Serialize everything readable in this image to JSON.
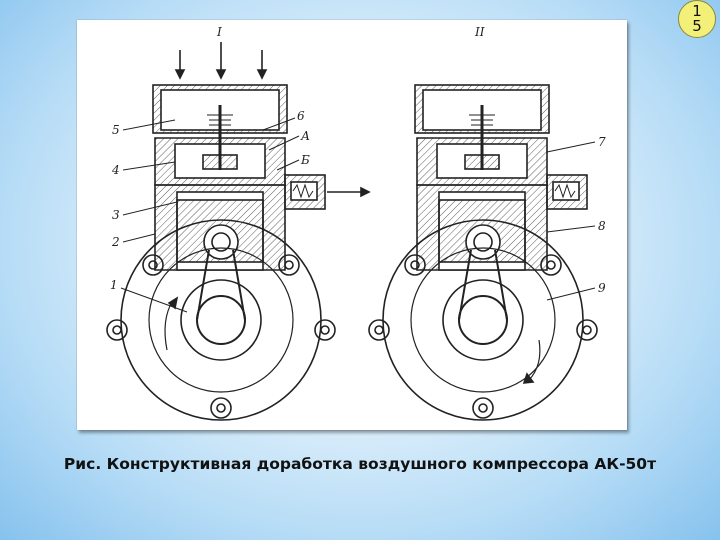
{
  "slide": {
    "number": "15",
    "caption": "Рис. Конструктивная доработка воздушного компрессора АК-50т"
  },
  "figure": {
    "view_labels": [
      "I",
      "II"
    ],
    "part_labels": [
      "1",
      "2",
      "3",
      "4",
      "5",
      "6",
      "7",
      "8",
      "9"
    ],
    "letter_labels": [
      "А",
      "Б"
    ]
  },
  "colors": {
    "background": "#b6dcf6",
    "slide_number_fill": "#f3f07a",
    "ink": "#222222"
  }
}
